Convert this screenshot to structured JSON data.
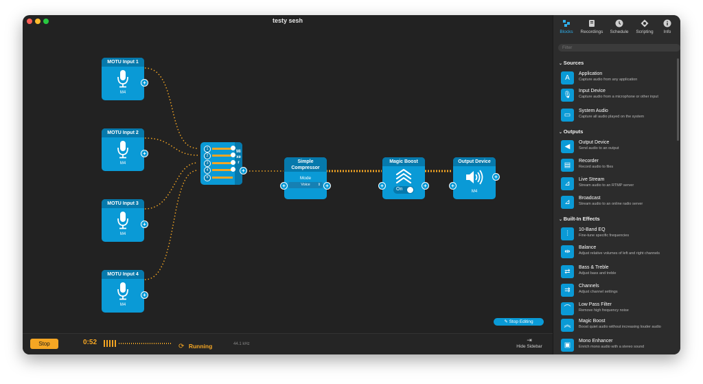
{
  "window": {
    "title": "testy sesh"
  },
  "nodes": {
    "input1": {
      "title": "MOTU Input 1",
      "device": "M4"
    },
    "input2": {
      "title": "MOTU Input 2",
      "device": "M4"
    },
    "input3": {
      "title": "MOTU Input 3",
      "device": "M4"
    },
    "input4": {
      "title": "MOTU Input 4",
      "device": "M4"
    },
    "mixer": {
      "title": "Mixer",
      "channels": [
        "1",
        "2",
        "3",
        "4",
        "+"
      ]
    },
    "compressor": {
      "title_line1": "Simple",
      "title_line2": "Compressor",
      "mode_label": "Mode",
      "mode_value": "Voice"
    },
    "magic_boost": {
      "title": "Magic Boost",
      "toggle_label": "On"
    },
    "output_device": {
      "title": "Output Device",
      "device": "M4"
    }
  },
  "plus_symbol": "+",
  "stop_editing": "Stop Editing",
  "bottom": {
    "stop": "Stop",
    "time": "0:52",
    "status": "Running",
    "sample_rate": "44.1 kHz",
    "hide_sidebar": "Hide Sidebar"
  },
  "sidebar": {
    "tabs": [
      {
        "label": "Blocks",
        "active": true
      },
      {
        "label": "Recordings"
      },
      {
        "label": "Schedule"
      },
      {
        "label": "Scripting"
      },
      {
        "label": "Info"
      }
    ],
    "filter_placeholder": "Filter",
    "sections": [
      {
        "title": "Sources",
        "items": [
          {
            "name": "Application",
            "desc": "Capture audio from any application",
            "icon": "app-store-icon"
          },
          {
            "name": "Input Device",
            "desc": "Capture audio from a microphone or other input",
            "icon": "microphone-icon"
          },
          {
            "name": "System Audio",
            "desc": "Capture all audio played on the system",
            "icon": "monitor-icon"
          }
        ]
      },
      {
        "title": "Outputs",
        "items": [
          {
            "name": "Output Device",
            "desc": "Send audio to an output",
            "icon": "speaker-icon"
          },
          {
            "name": "Recorder",
            "desc": "Record audio to files",
            "icon": "document-icon"
          },
          {
            "name": "Live Stream",
            "desc": "Stream audio to an RTMP server",
            "icon": "satellite-icon"
          },
          {
            "name": "Broadcast",
            "desc": "Stream audio to an online radio server",
            "icon": "satellite-dish-icon"
          }
        ]
      },
      {
        "title": "Built-In Effects",
        "items": [
          {
            "name": "10-Band EQ",
            "desc": "Fine-tune specific frequencies",
            "icon": "eq-sliders-icon"
          },
          {
            "name": "Balance",
            "desc": "Adjust relative volumes of left and right channels",
            "icon": "balance-icon"
          },
          {
            "name": "Bass & Treble",
            "desc": "Adjust bass and treble",
            "icon": "bass-treble-icon"
          },
          {
            "name": "Channels",
            "desc": "Adjust channel settings",
            "icon": "channels-icon"
          },
          {
            "name": "Low Pass Filter",
            "desc": "Remove high frequency noise",
            "icon": "low-pass-icon"
          },
          {
            "name": "Magic Boost",
            "desc": "Boost quiet audio without increasing louder audio",
            "icon": "magic-boost-icon"
          },
          {
            "name": "Mono Enhancer",
            "desc": "Enrich mono audio with a stereo sound",
            "icon": "mono-enhancer-icon"
          }
        ]
      }
    ]
  },
  "colors": {
    "accent": "#0a9ad6",
    "header": "#0679ac",
    "wire": "#f5a623",
    "canvas": "#222222",
    "sidebar": "#2c2c2c"
  }
}
